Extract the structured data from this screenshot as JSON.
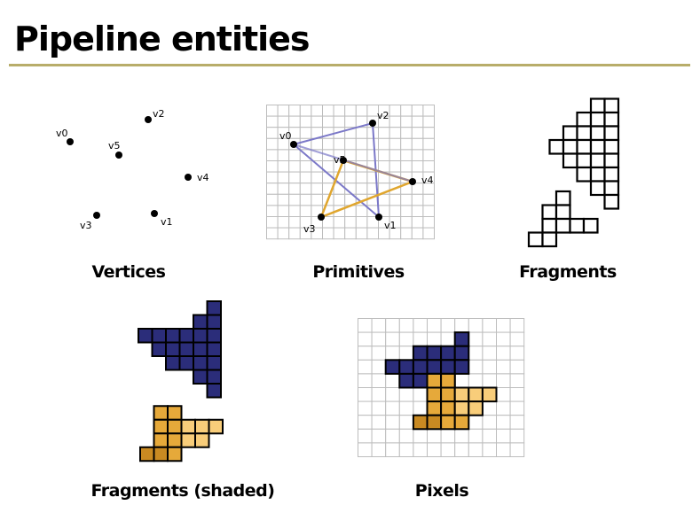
{
  "title": "Pipeline entities",
  "captions": {
    "vertices": "Vertices",
    "primitives": "Primitives",
    "fragments": "Fragments",
    "fragments_shaded": "Fragments (shaded)",
    "pixels": "Pixels"
  },
  "vertex_labels": [
    "v0",
    "v1",
    "v2",
    "v3",
    "v4",
    "v5"
  ],
  "colors": {
    "rule": "#b8ad6a",
    "triangle_a": "#7b78c8",
    "triangle_b": "#e0a62e",
    "fragment_dark": "#2b2d7a",
    "shade_dark": "#c98a22",
    "shade_mid": "#e6a93a",
    "shade_light": "#f8cd7a",
    "grid": "#bdbdbd"
  }
}
